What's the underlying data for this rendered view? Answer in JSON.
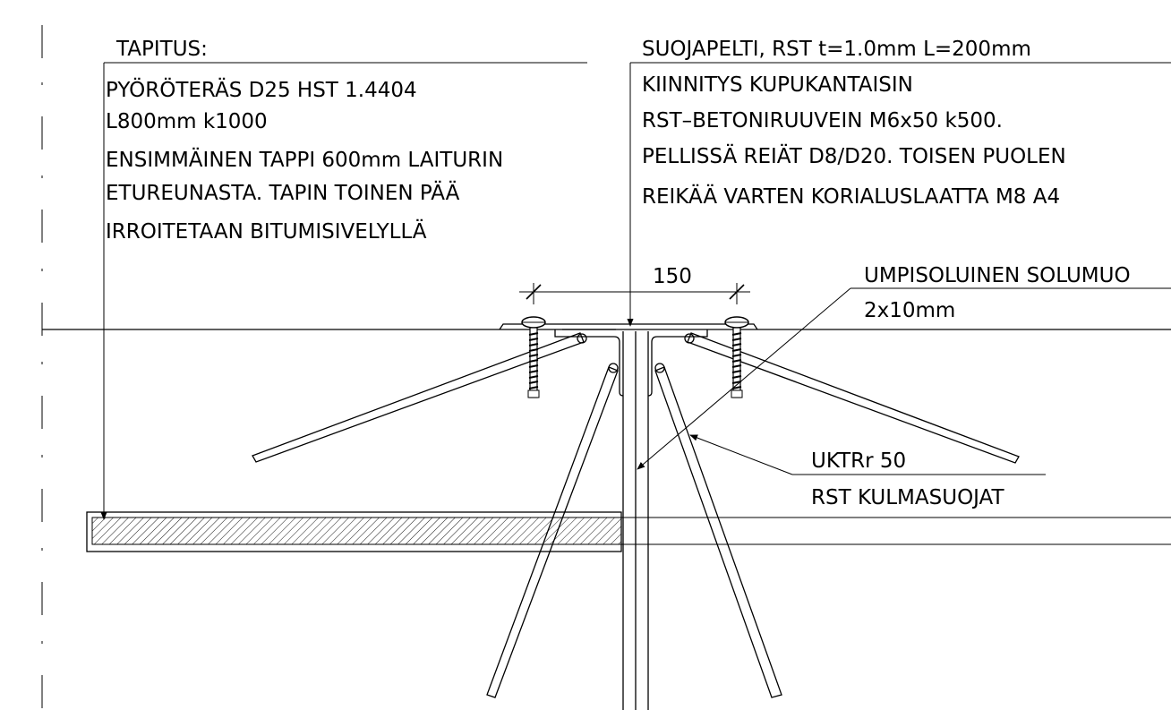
{
  "notes": {
    "tapitus": {
      "title": "TAPITUS:",
      "lines": [
        "PYÖRÖTERÄS D25 HST 1.4404",
        "L800mm k1000",
        "ENSIMMÄINEN TAPPI 600mm LAITURIN",
        "ETUREUNASTA. TAPIN TOINEN PÄÄ",
        "IRROITETAAN BITUMISIVELYLLÄ"
      ]
    },
    "suojapelti": {
      "title": "SUOJAPELTI, RST t=1.0mm L=200mm",
      "lines": [
        "KIINNITYS KUPUKANTAISIN",
        "RST–BETONIRUUVEIN M6x50 k500.",
        "PELLISSÄ REIÄT D8/D20. TOISEN PUOLEN",
        "REIKÄÄ VARTEN KORIALUSLAATTA M8 A4"
      ]
    },
    "solumuovi": {
      "line1": "UMPISOLUINEN SOLUMUO",
      "line2": "2x10mm"
    },
    "kulmasuojat": {
      "line1": "UKTRr 50",
      "line2": "RST KULMASUOJAT"
    }
  },
  "dimension": {
    "value": "150"
  }
}
